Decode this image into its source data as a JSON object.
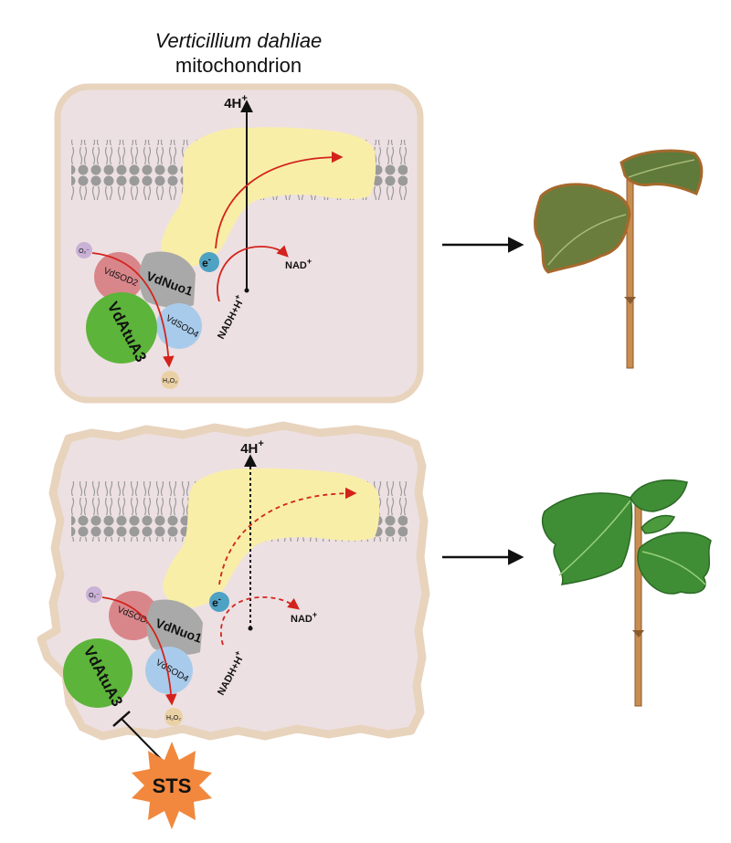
{
  "title": {
    "line1": "Verticillium dahliae",
    "line2": "mitochondrion"
  },
  "labels": {
    "proton": "4H",
    "proton_sup": "+",
    "electron": "e",
    "electron_sup": "-",
    "nad": "NAD",
    "nad_sup": "+",
    "nadh": "NADH+H",
    "nadh_sup": "+",
    "superoxide": "O₂⁻",
    "h2o2": "H₂O₂",
    "vdsod2": "VdSOD2",
    "vdnuo1": "VdNuo1",
    "vdsod4": "VdSOD4",
    "vdatua3": "VdAtuA3",
    "sts": "STS"
  },
  "colors": {
    "matrix": "#ede0e2",
    "membrane_outline": "#e8d3bd",
    "complex": "#f9eea8",
    "lipid_head": "#9a9a9a",
    "vdsod2": "#d9868b",
    "vdnuo1": "#a9a9a9",
    "vdsod4": "#a9cbeb",
    "vdatua3": "#5cb43a",
    "electron": "#4ea2c4",
    "superoxide": "#c9b2d6",
    "h2o2": "#ead1a5",
    "red_arrow": "#d3231c",
    "sts": "#f1883d",
    "stem": "#c98d50",
    "leaf_healthy": "#3f8e35",
    "leaf_wilted": "#6a7d3c"
  },
  "panels": [
    {
      "id": "healthy-mitochondrion",
      "outcome": "wilted plant",
      "flux": "solid"
    },
    {
      "id": "sts-treated-mitochondrion",
      "outcome": "healthy plant",
      "flux": "dashed",
      "inhibitor": "STS"
    }
  ]
}
